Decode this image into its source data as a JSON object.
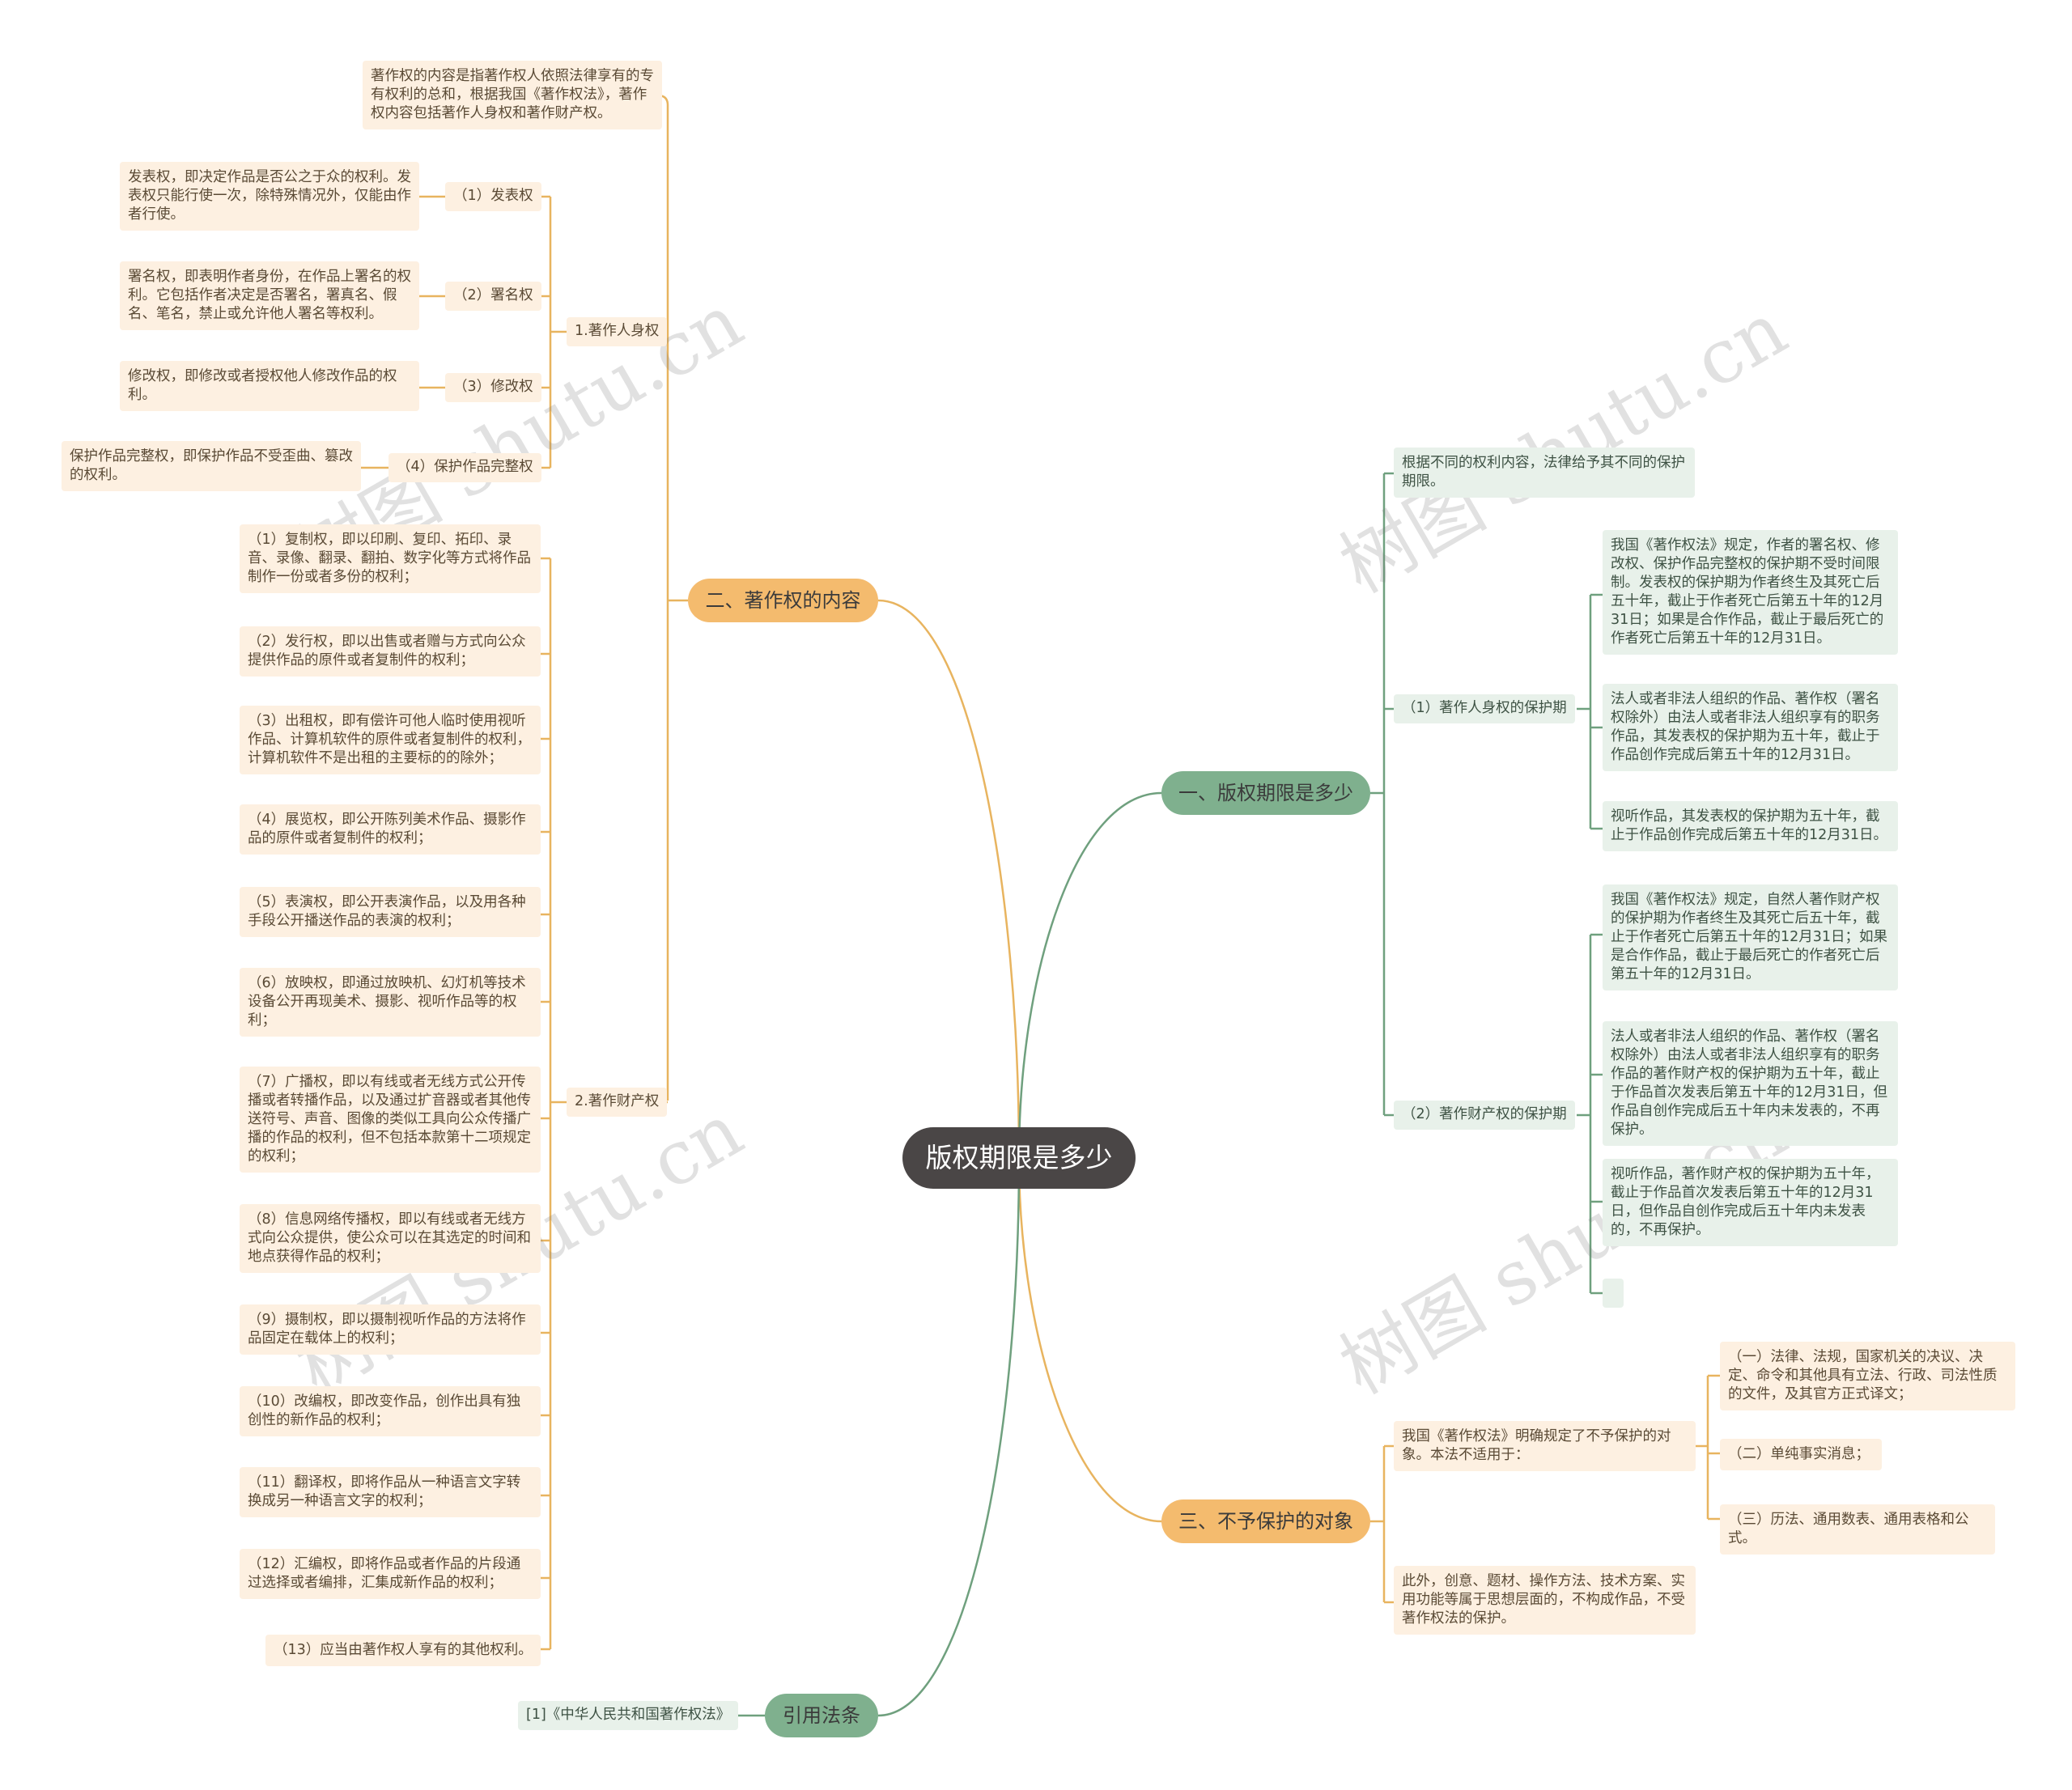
{
  "root": "版权期限是多少",
  "branch1": {
    "title": "一、版权期限是多少",
    "intro": "根据不同的权利内容，法律给予其不同的保护期限。",
    "personal": {
      "label": "（1）著作人身权的保护期",
      "items": [
        "我国《著作权法》规定，作者的署名权、修改权、保护作品完整权的保护期不受时间限制。发表权的保护期为作者终生及其死亡后五十年，截止于作者死亡后第五十年的12月31日；如果是合作作品，截止于最后死亡的作者死亡后第五十年的12月31日。",
        "法人或者非法人组织的作品、著作权（署名权除外）由法人或者非法人组织享有的职务作品，其发表权的保护期为五十年，截止于作品创作完成后第五十年的12月31日。",
        "视听作品，其发表权的保护期为五十年，截止于作品创作完成后第五十年的12月31日。"
      ]
    },
    "property": {
      "label": "（2）著作财产权的保护期",
      "items": [
        "我国《著作权法》规定，自然人著作财产权的保护期为作者终生及其死亡后五十年，截止于作者死亡后第五十年的12月31日；如果是合作作品，截止于最后死亡的作者死亡后第五十年的12月31日。",
        "法人或者非法人组织的作品、著作权（署名权除外）由法人或者非法人组织享有的职务作品的著作财产权的保护期为五十年，截止于作品首次发表后第五十年的12月31日，但作品自创作完成后五十年内未发表的，不再保护。",
        "视听作品，著作财产权的保护期为五十年，截止于作品首次发表后第五十年的12月31日，但作品自创作完成后五十年内未发表的，不再保护。",
        ""
      ]
    }
  },
  "branch2": {
    "title": "二、著作权的内容",
    "intro": "著作权的内容是指著作权人依照法律享有的专有权利的总和，根据我国《著作权法》，著作权内容包括著作人身权和著作财产权。",
    "personal": {
      "label": "1.著作人身权",
      "items": [
        {
          "label": "（1）发表权",
          "text": "发表权，即决定作品是否公之于众的权利。发表权只能行使一次，除特殊情况外，仅能由作者行使。"
        },
        {
          "label": "（2）署名权",
          "text": "署名权，即表明作者身份，在作品上署名的权利。它包括作者决定是否署名，署真名、假名、笔名，禁止或允许他人署名等权利。"
        },
        {
          "label": "（3）修改权",
          "text": "修改权，即修改或者授权他人修改作品的权利。"
        },
        {
          "label": "（4）保护作品完整权",
          "text": "保护作品完整权，即保护作品不受歪曲、篡改的权利。"
        }
      ]
    },
    "property": {
      "label": "2.著作财产权",
      "items": [
        "（1）复制权，即以印刷、复印、拓印、录音、录像、翻录、翻拍、数字化等方式将作品制作一份或者多份的权利；",
        "（2）发行权，即以出售或者赠与方式向公众提供作品的原件或者复制件的权利；",
        "（3）出租权，即有偿许可他人临时使用视听作品、计算机软件的原件或者复制件的权利，计算机软件不是出租的主要标的的除外；",
        "（4）展览权，即公开陈列美术作品、摄影作品的原件或者复制件的权利；",
        "（5）表演权，即公开表演作品，以及用各种手段公开播送作品的表演的权利；",
        "（6）放映权，即通过放映机、幻灯机等技术设备公开再现美术、摄影、视听作品等的权利；",
        "（7）广播权，即以有线或者无线方式公开传播或者转播作品，以及通过扩音器或者其他传送符号、声音、图像的类似工具向公众传播广播的作品的权利，但不包括本款第十二项规定的权利；",
        "（8）信息网络传播权，即以有线或者无线方式向公众提供，使公众可以在其选定的时间和地点获得作品的权利；",
        "（9）摄制权，即以摄制视听作品的方法将作品固定在载体上的权利；",
        "（10）改编权，即改变作品，创作出具有独创性的新作品的权利；",
        "（11）翻译权，即将作品从一种语言文字转换成另一种语言文字的权利；",
        "（12）汇编权，即将作品或者作品的片段通过选择或者编排，汇集成新作品的权利；",
        "（13）应当由著作权人享有的其他权利。"
      ]
    }
  },
  "branch3": {
    "title": "三、不予保护的对象",
    "intro": "我国《著作权法》明确规定了不予保护的对象。本法不适用于：",
    "items": [
      "（一）法律、法规，国家机关的决议、决定、命令和其他具有立法、行政、司法性质的文件，及其官方正式译文；",
      "（二）单纯事实消息；",
      "（三）历法、通用数表、通用表格和公式。"
    ],
    "note": "此外，创意、题材、操作方法、技术方案、实用功能等属于思想层面的，不构成作品，不受著作权法的保护。"
  },
  "branch4": {
    "title": "引用法条",
    "items": [
      "[1]《中华人民共和国著作权法》"
    ]
  },
  "watermark": "树图 shutu.cn",
  "colors": {
    "orange_line": "#e8b45f",
    "green_line": "#6fa07e",
    "orange_bg": "#fdf0e1",
    "green_bg": "#e8f1ea",
    "root_bg": "#4a4646"
  }
}
